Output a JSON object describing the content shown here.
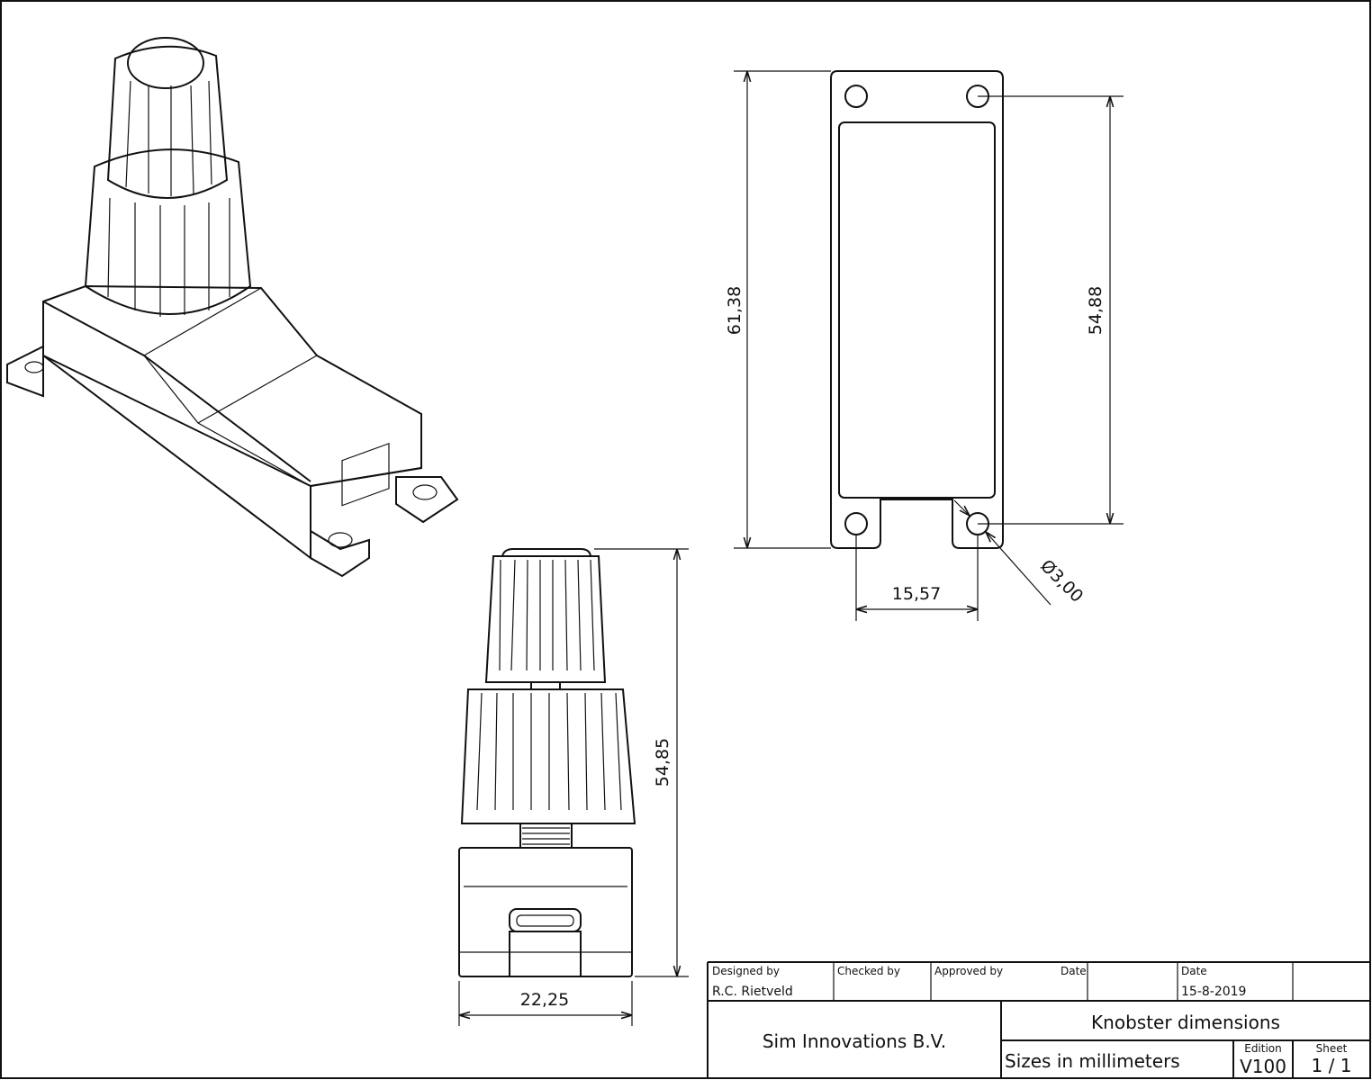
{
  "drawing": {
    "top_view": {
      "overall_height": "61,38",
      "hole_spacing_vertical": "54,88",
      "hole_spacing_horizontal": "15,57",
      "hole_diameter": "Ø3,00"
    },
    "front_view": {
      "height": "54,85",
      "width": "22,25"
    }
  },
  "title_block": {
    "designed_by_label": "Designed by",
    "designed_by": "R.C. Rietveld",
    "checked_by_label": "Checked by",
    "approved_by_label": "Approved by",
    "approved_date_label": "Date",
    "date_label": "Date",
    "date": "15-8-2019",
    "company": "Sim Innovations B.V.",
    "title": "Knobster dimensions",
    "subtitle": "Sizes in millimeters",
    "edition_label": "Edition",
    "edition": "V100",
    "sheet_label": "Sheet",
    "sheet": "1 / 1"
  }
}
